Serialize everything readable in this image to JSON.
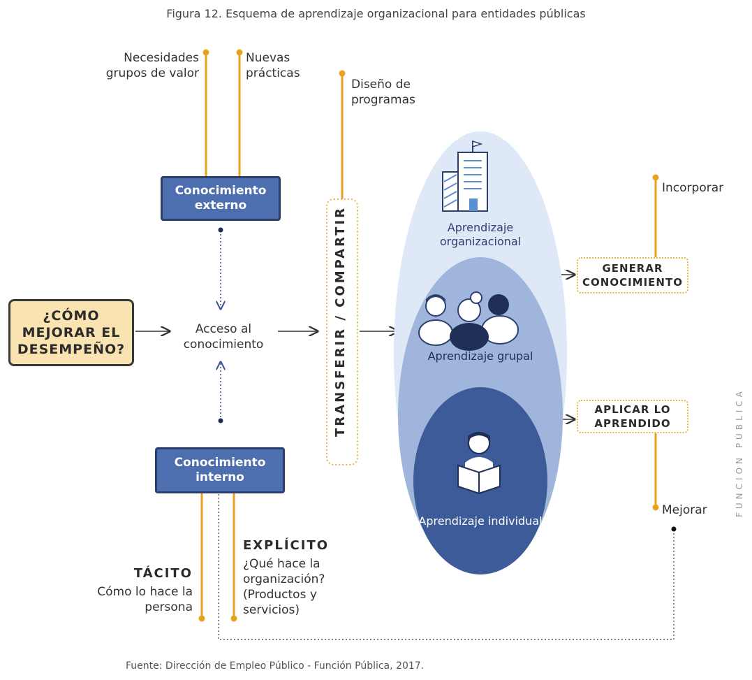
{
  "title": "Figura 12. Esquema de aprendizaje organizacional para entidades públicas",
  "inputs": {
    "necesidades": "Necesidades grupos de valor",
    "nuevas": "Nuevas prácticas",
    "diseno": "Diseño de programas"
  },
  "boxes": {
    "externo": "Conocimiento externo",
    "interno": "Conocimiento interno",
    "pregunta": "¿CÓMO MEJORAR EL DESEMPEÑO?",
    "acceso": "Acceso al conocimiento",
    "transferir": "TRANSFERIR / COMPARTIR",
    "generar": "GENERAR CONOCIMIENTO",
    "aplicar": "APLICAR LO APRENDIDO"
  },
  "levels": {
    "organizacional": "Aprendizaje organizacional",
    "grupal": "Aprendizaje grupal",
    "individual": "Aprendizaje individual"
  },
  "labels": {
    "incorporar": "Incorporar",
    "mejorar": "Mejorar",
    "tacito_title": "TÁCITO",
    "tacito_desc": "Cómo lo hace la persona",
    "explicito_title": "EXPLÍCITO",
    "explicito_desc": "¿Qué hace la organización? (Productos y servicios)"
  },
  "footer": "Fuente: Dirección de Empleo Público - Función Pública, 2017.",
  "side_text": "FUNCIÓN PÚBLICA",
  "colors": {
    "blue_box": "#4d6fb0",
    "yellow_line": "#e9a21f",
    "question_fill": "#f9e3b0",
    "outer_ellipse": "#dfe8f7",
    "mid_ellipse": "#9fb5dc",
    "inner_ellipse": "#3d5a99"
  }
}
